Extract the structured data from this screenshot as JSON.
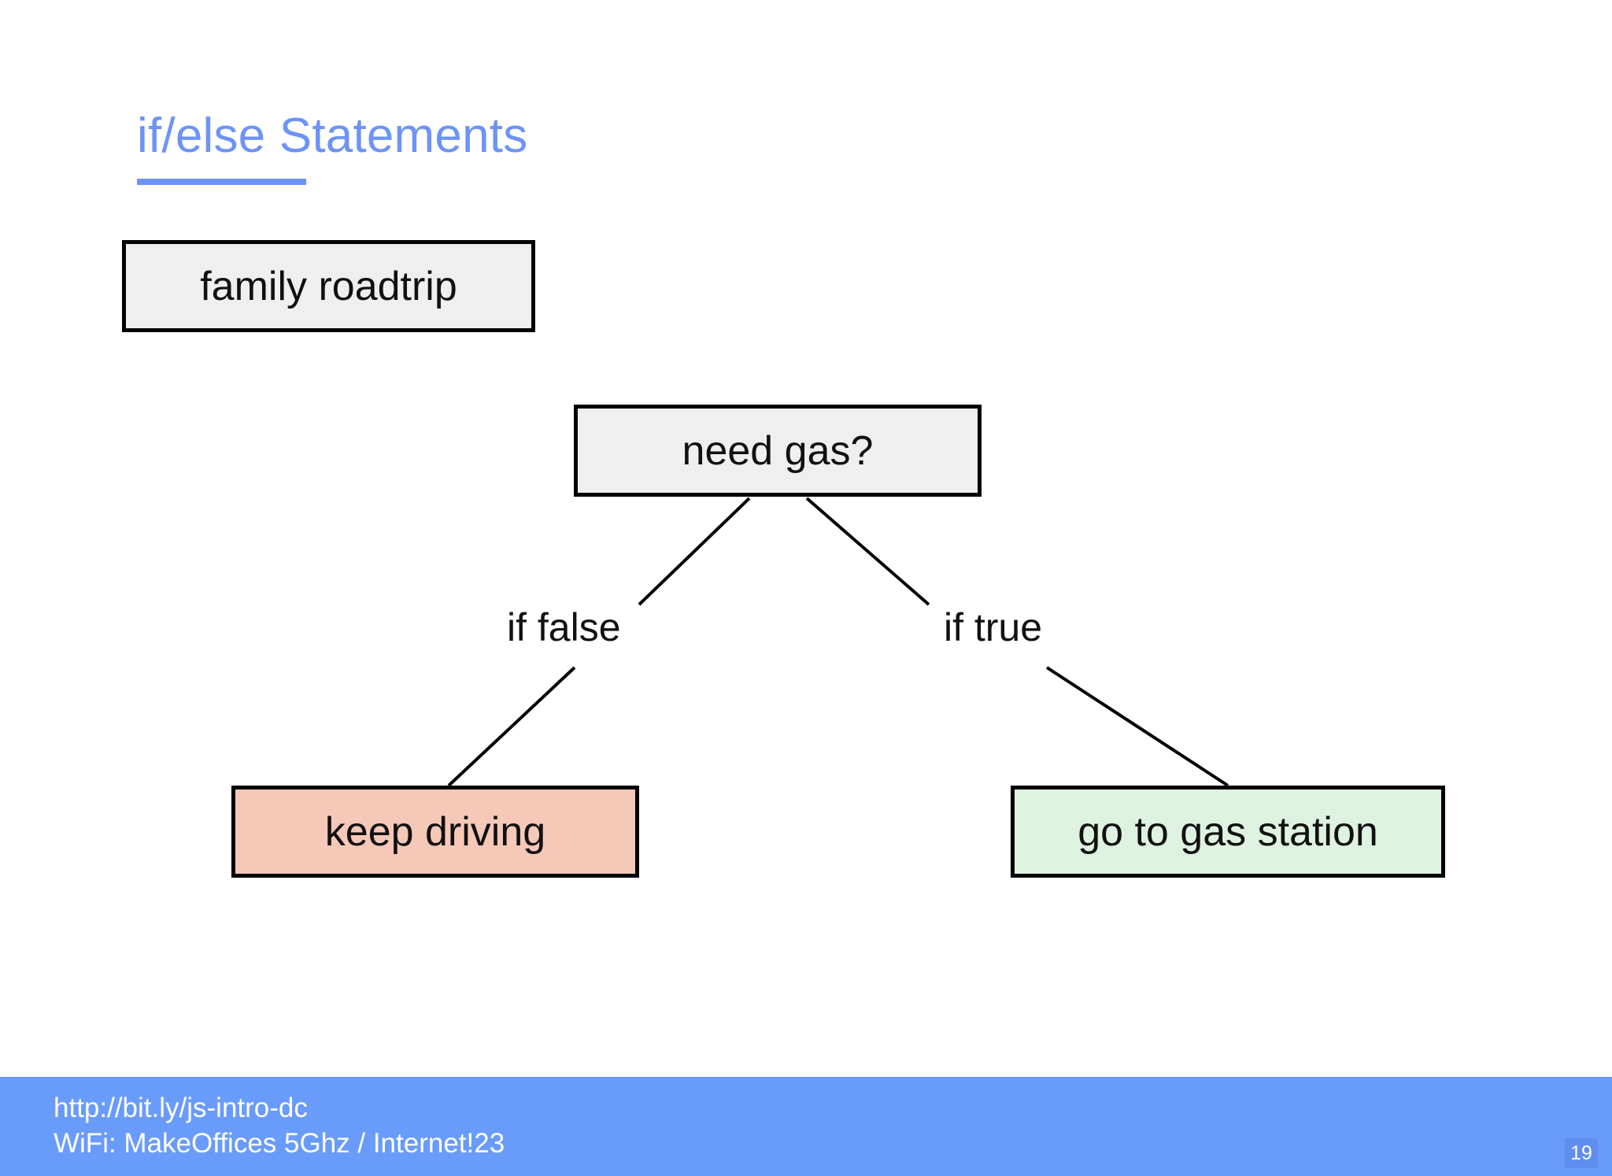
{
  "slide": {
    "title": "if/else Statements",
    "background_color": "#ffffff",
    "accent_color": "#6d93f8"
  },
  "diagram": {
    "type": "flowchart",
    "nodes": [
      {
        "id": "family-roadtrip",
        "label": "family roadtrip",
        "fill": "#efefef",
        "border": "#000000"
      },
      {
        "id": "need-gas",
        "label": "need gas?",
        "fill": "#efefef",
        "border": "#000000"
      },
      {
        "id": "keep-driving",
        "label": "keep driving",
        "fill": "#f5c8b7",
        "border": "#000000"
      },
      {
        "id": "go-to-gas-station",
        "label": "go to gas station",
        "fill": "#def2e2",
        "border": "#000000"
      }
    ],
    "edges": [
      {
        "from": "need-gas",
        "to": "keep-driving",
        "label": "if false"
      },
      {
        "from": "need-gas",
        "to": "go-to-gas-station",
        "label": "if true"
      }
    ]
  },
  "footer": {
    "url": "http://bit.ly/js-intro-dc",
    "wifi": "WiFi: MakeOffices 5Ghz / Internet!23",
    "slide_number": "19",
    "background_color": "#699bfa"
  }
}
